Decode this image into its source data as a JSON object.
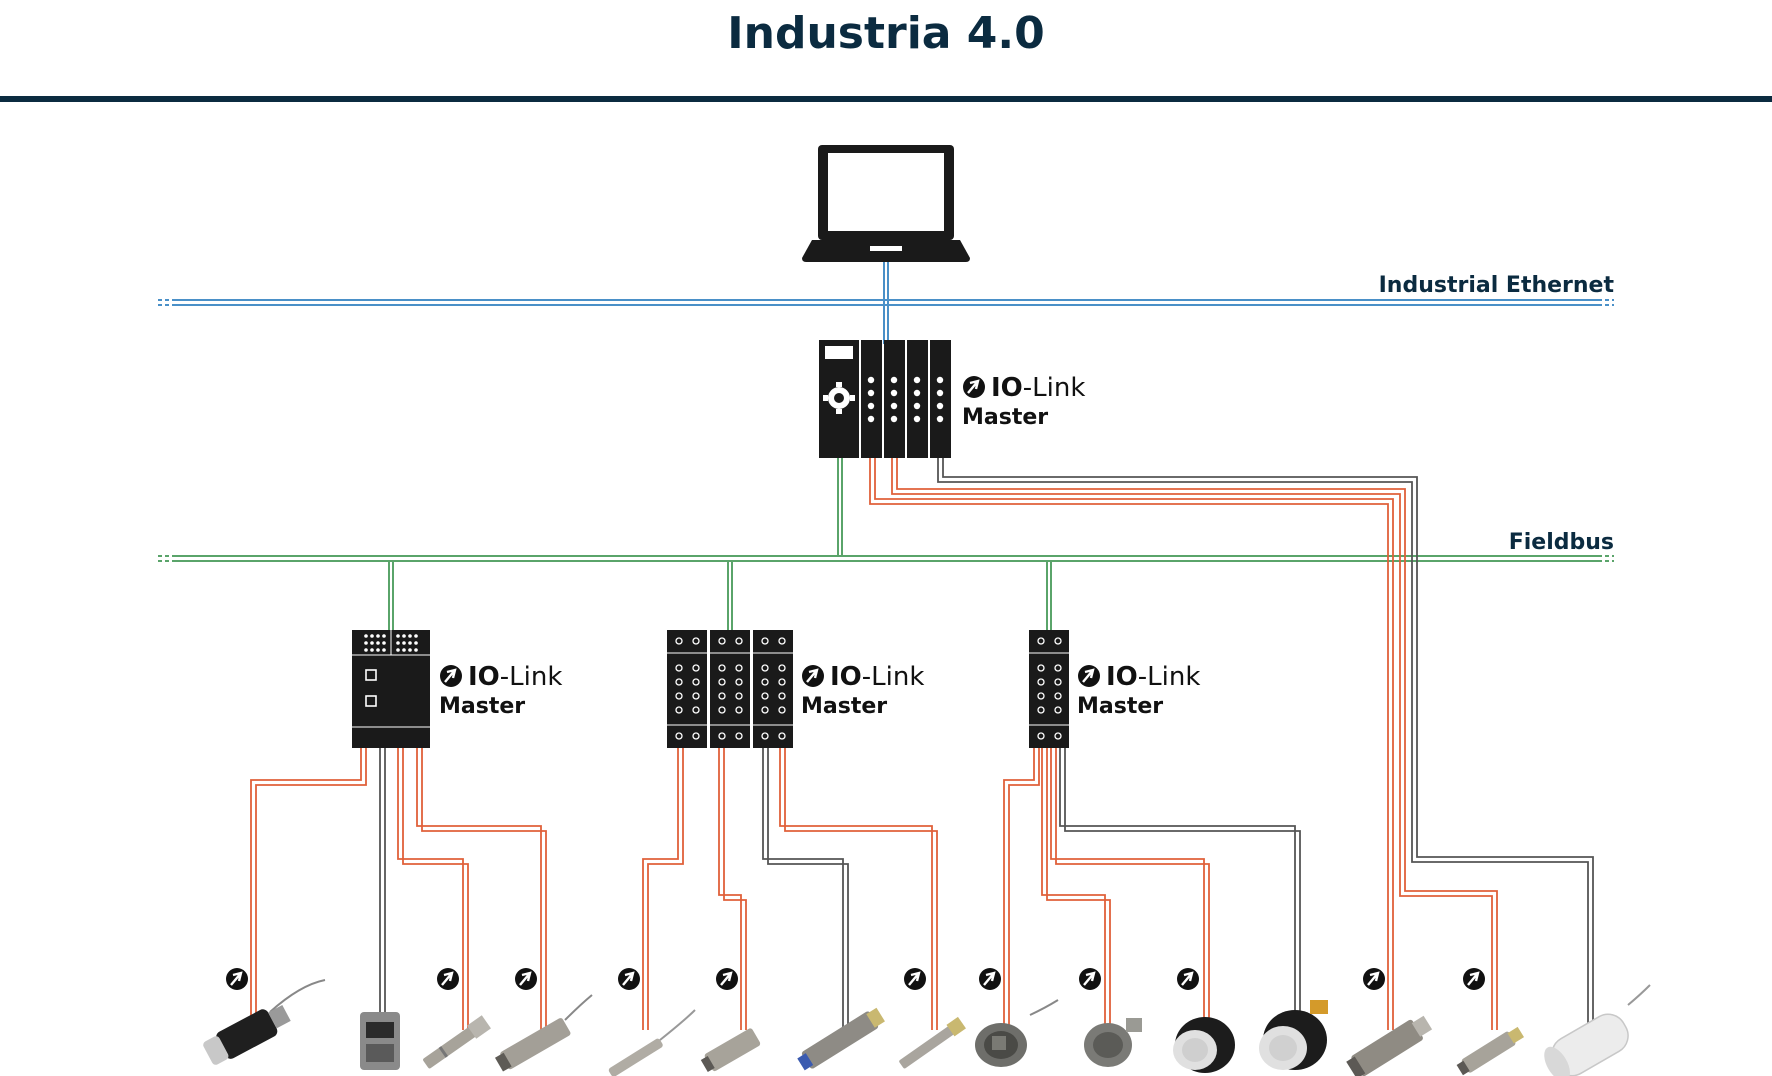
{
  "title": "Industria 4.0",
  "buses": {
    "ethernet_label": "Industrial Ethernet",
    "fieldbus_label": "Fieldbus"
  },
  "io_link": {
    "io": "IO",
    "link": "-Link",
    "master": "Master"
  },
  "colors": {
    "title": "#0b2b40",
    "ethernet": "#4a90c8",
    "fieldbus": "#5aa46a",
    "io_link_cable": "#e0603a",
    "standard_cable": "#555555",
    "device": "#1a1a1a"
  },
  "icons": [
    "laptop-icon",
    "io-link-symbol-icon",
    "sensor-icon"
  ]
}
